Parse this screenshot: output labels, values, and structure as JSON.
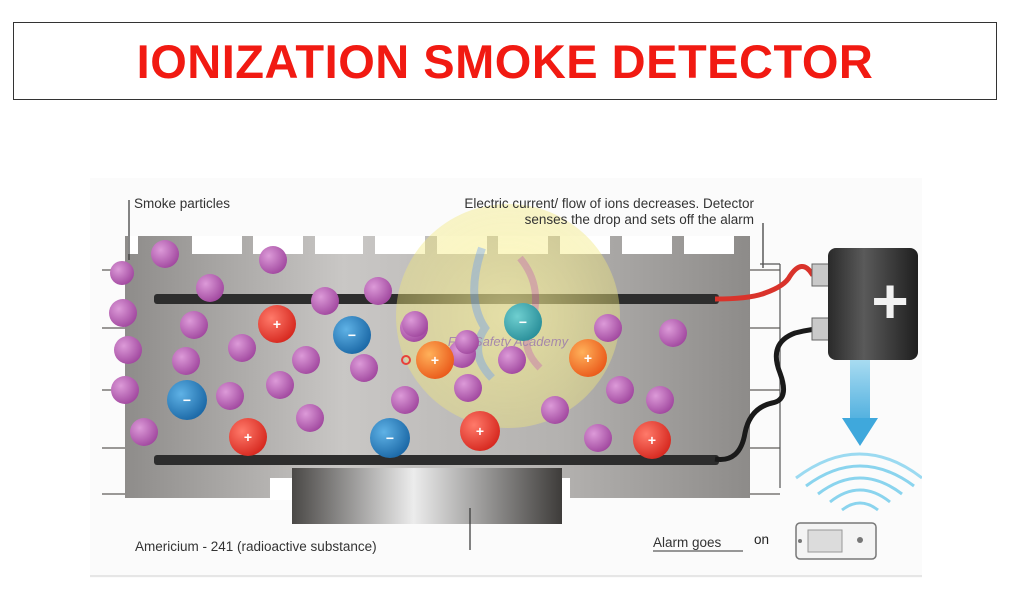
{
  "header": {
    "title": "IONIZATION SMOKE DETECTOR"
  },
  "diagram": {
    "labels": {
      "smoke_particles": "Smoke particles",
      "current_line1": "Electric current/ flow of ions decreases. Detector",
      "current_line2": "senses the drop and sets off the alarm",
      "americium": "Americium - 241 (radioactive substance)",
      "alarm_goes": "Alarm goes",
      "alarm_on": "on",
      "battery_sign": "+",
      "ion_positive": "+",
      "ion_negative": "−"
    },
    "watermark": {
      "text": "Fire Safety Academy"
    },
    "colors": {
      "title_red": "#f11a12",
      "chamber_gray": "#a8a6a4",
      "smoke_particle": "#b65bb6",
      "positive_ion": "#e8413a",
      "negative_ion": "#2a7fbf",
      "signal_blue": "#59c0e6",
      "wire_red": "#d9332b"
    }
  }
}
